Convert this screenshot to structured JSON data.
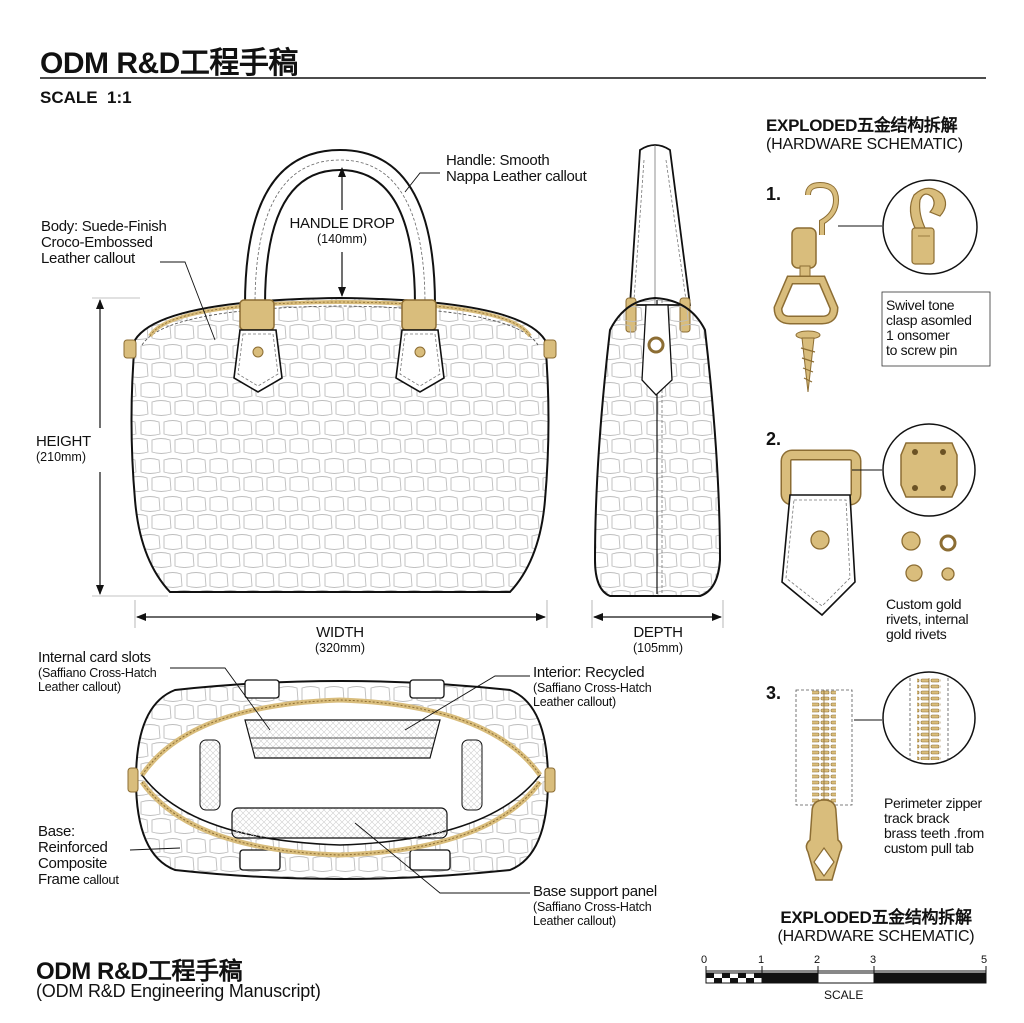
{
  "header": {
    "title": "ODM R&D工程手稿",
    "scale": "SCALE  1:1"
  },
  "front_view": {
    "handle_callout": [
      "Handle: Smooth",
      "Nappa Leather callout"
    ],
    "body_callout": [
      "Body: Suede-Finish",
      "Croco-Embossed",
      "Leather callout"
    ],
    "handle_drop": {
      "label": "HANDLE DROP",
      "value": "(140mm)"
    },
    "height": {
      "label": "HEIGHT",
      "value": "(210mm)"
    },
    "width": {
      "label": "WIDTH",
      "value": "(320mm)"
    }
  },
  "side_view": {
    "depth": {
      "label": "DEPTH",
      "value": "(105mm)"
    }
  },
  "top_view": {
    "card_slots": {
      "title": "Internal card slots",
      "sub": [
        "(Saffiano Cross-Hatch",
        "Leather callout)"
      ]
    },
    "interior": {
      "title": "Interior: Recycled",
      "sub": [
        "(Saffiano Cross-Hatch",
        "Leather callout)"
      ]
    },
    "base": [
      "Base:",
      "Reinforced",
      "Composite"
    ],
    "base_frame": {
      "main": "Frame",
      "suffix": " callout"
    },
    "base_panel": {
      "title": "Base support panel",
      "sub": [
        "(Saffiano Cross-Hatch",
        "Leather callout)"
      ]
    }
  },
  "hardware": {
    "title": "EXPLODED五金结构拆解",
    "subtitle": "(HARDWARE SCHEMATIC)",
    "items": [
      {
        "num": "1.",
        "text": [
          "Swivel tone",
          "clasp asomled",
          "1 onsomer",
          "to screw pin"
        ]
      },
      {
        "num": "2.",
        "text": [
          "Custom gold",
          "rivets, internal",
          "gold rivets"
        ]
      },
      {
        "num": "3.",
        "text": [
          "Perimeter zipper",
          "track brack",
          "brass teeth .from",
          "custom pull tab"
        ]
      }
    ],
    "footer_title": "EXPLODED五金结构拆解",
    "footer_subtitle": "(HARDWARE SCHEMATIC)"
  },
  "footer": {
    "title": "ODM R&D工程手稿",
    "subtitle": "(ODM R&D Engineering Manuscript)"
  },
  "scale_bar": {
    "ticks": [
      "0",
      "1",
      "2",
      "3",
      "5"
    ],
    "label": "SCALE"
  },
  "colors": {
    "gold": "#d9bd7c",
    "gold_dark": "#8c6d33",
    "ink": "#222222"
  }
}
